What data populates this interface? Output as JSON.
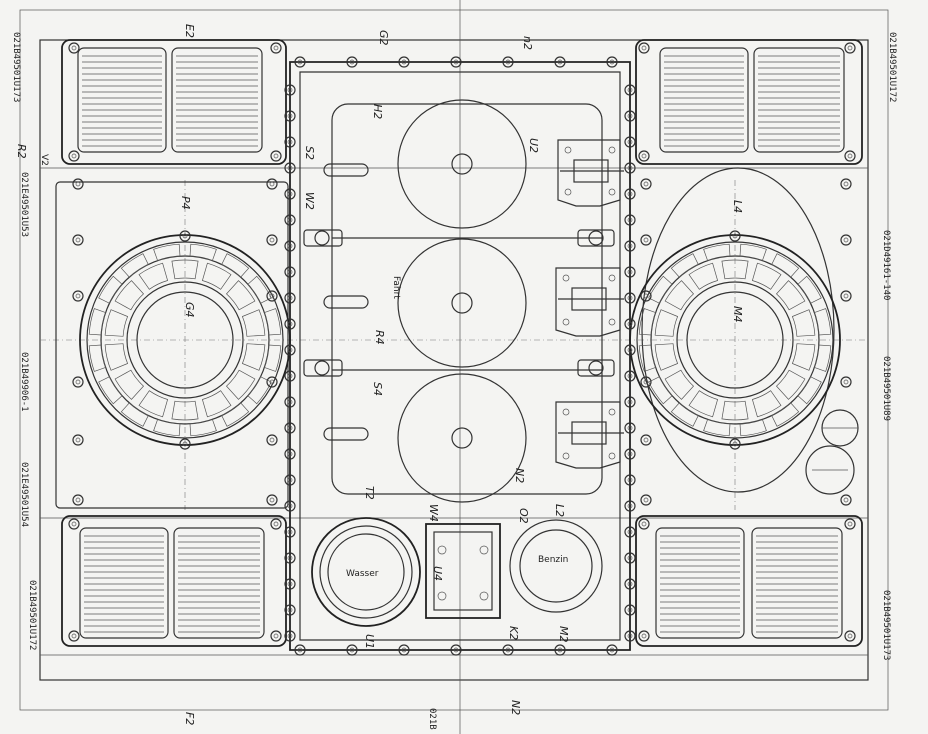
{
  "part_numbers": {
    "top_left": "021B49501U173",
    "top_right": "021B49501U172",
    "left_mid": "021E49501U53",
    "left_ring": "021B49906-1",
    "left_lower": "021E49501U54",
    "bottom_left": "021B49501U172",
    "right_upper": "021D49161-140",
    "right_ring": "021B49501U89",
    "bottom_right": "021B49501U173",
    "bottom_center": "021B"
  },
  "section_marks": {
    "e2": "E2",
    "g2": "G2",
    "n2_top": "n2",
    "r2_left": "R2",
    "v2": "V2",
    "h2": "H2",
    "u2": "U2",
    "s2": "S2",
    "w2": "W2",
    "p4": "P4",
    "g4": "G4",
    "l4": "L4",
    "m4": "M4",
    "fahrt": "Fahrt",
    "r4": "R4",
    "s4": "S4",
    "n2_mid": "N2",
    "t2": "T2",
    "w4": "W4",
    "o2": "O2",
    "l2": "L2",
    "u4": "U4",
    "k2": "K2",
    "m2": "M2",
    "u1": "U1",
    "n2_bottom": "N2",
    "f2": "F2"
  },
  "plate_labels": {
    "water": "Wasser",
    "fuel": "Benzin"
  }
}
